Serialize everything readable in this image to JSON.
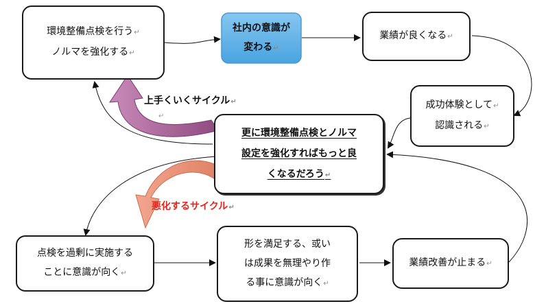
{
  "nodes": {
    "inspection_norm": {
      "lines": [
        "環境整備点検を行う",
        "ノルマを強化する"
      ]
    },
    "awareness_change": {
      "lines": [
        "社内の意識が",
        "変わる"
      ]
    },
    "performance_up": {
      "lines": [
        "業績が良くなる"
      ]
    },
    "success_recognized": {
      "lines": [
        "成功体験として",
        "認識される"
      ]
    },
    "further_strengthen": {
      "lines": [
        "更に環境整備点検とノルマ",
        "設定を強化すればもっと良",
        "くなるだろう"
      ]
    },
    "over_awareness": {
      "lines": [
        "点検を過剰に実施する",
        "ことに意識が向く"
      ]
    },
    "form_over_substance": {
      "lines": [
        "形を満足する、或い",
        "は成果を無理やり作",
        "る事に意識が向く"
      ]
    },
    "performance_stall": {
      "lines": [
        "業績改善が止まる"
      ]
    }
  },
  "cycles": {
    "good": {
      "label": "上手くいくサイクル",
      "color": "#b0609a"
    },
    "bad": {
      "label": "悪化するサイクル",
      "color": "#e8836a",
      "text_color": "#e8241c"
    }
  },
  "colors": {
    "highlight_box": "#5bb0e6",
    "border": "#1a1a1a"
  }
}
